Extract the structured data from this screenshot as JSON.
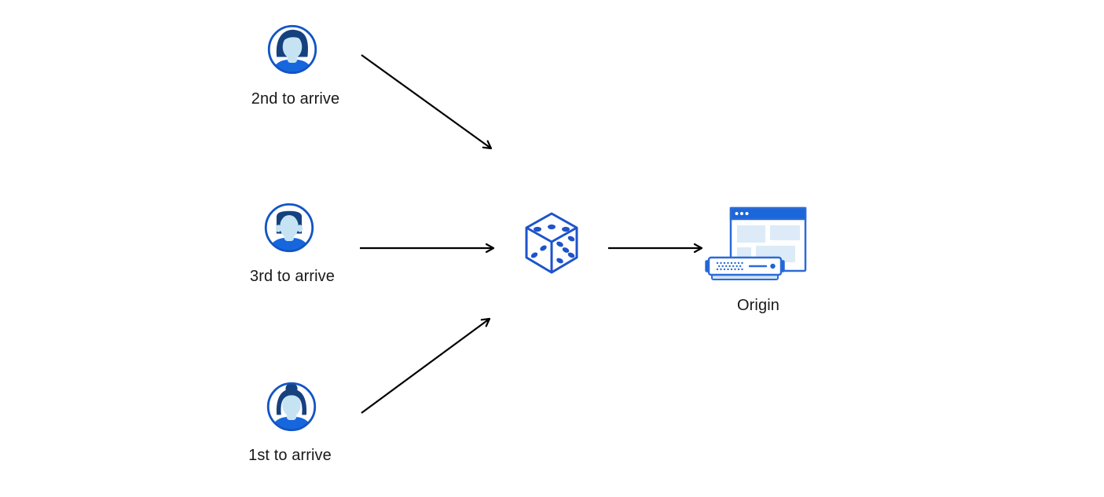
{
  "diagram": {
    "type": "flow-illustration",
    "description": "Three users routed through a random (dice) selector to an origin server",
    "colors": {
      "background": "#ffffff",
      "icon_outline_blue": "#1d53cb",
      "avatar_ring_blue": "#1255c4",
      "hair_dark_navy": "#16417f",
      "skin_light_blue": "#c6e3f3",
      "shirt_blue": "#1667dd",
      "browser_bar_blue": "#1b66d8",
      "browser_border_blue": "#2b6bd7",
      "panel_light_blue": "#dcebf7",
      "server_shadow_blue": "#cfe3f5",
      "arrow_black": "#000000",
      "label_text": "#17181a"
    },
    "nodes": [
      {
        "id": "user-2nd",
        "icon": "user-avatar-icon",
        "label": "2nd to arrive"
      },
      {
        "id": "user-3rd",
        "icon": "user-avatar-icon",
        "label": "3rd to arrive"
      },
      {
        "id": "user-1st",
        "icon": "user-avatar-icon",
        "label": "1st to arrive"
      },
      {
        "id": "dice",
        "icon": "dice-icon",
        "label": ""
      },
      {
        "id": "origin",
        "icon": "origin-server-icon",
        "label": "Origin"
      }
    ],
    "edges": [
      {
        "from": "user-2nd",
        "to": "dice"
      },
      {
        "from": "user-3rd",
        "to": "dice"
      },
      {
        "from": "user-1st",
        "to": "dice"
      },
      {
        "from": "dice",
        "to": "origin"
      }
    ]
  }
}
